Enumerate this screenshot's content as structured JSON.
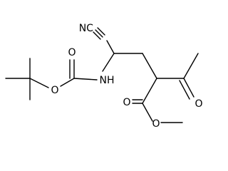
{
  "molecule": {
    "atoms": {
      "n_nitrile": "N",
      "c_nitrile": "C",
      "nh": "NH",
      "o_carbamate_carbonyl": "O",
      "o_carbamate_ether": "O",
      "o_ketone": "O",
      "o_ester_carbonyl": "O",
      "o_ester_ether": "O"
    }
  }
}
